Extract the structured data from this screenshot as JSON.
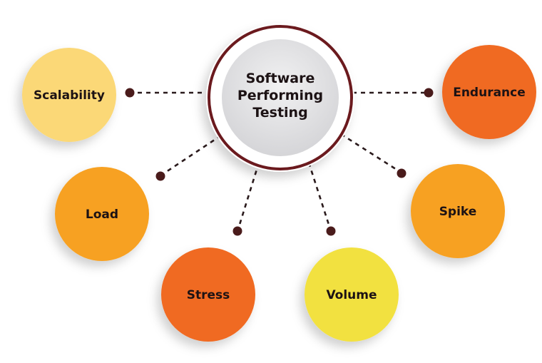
{
  "center": {
    "lines": [
      "Software",
      "Performing",
      "Testing"
    ]
  },
  "nodes": [
    {
      "id": "scalability",
      "label": "Scalability",
      "color": "#fbd877"
    },
    {
      "id": "load",
      "label": "Load",
      "color": "#f7a121"
    },
    {
      "id": "stress",
      "label": "Stress",
      "color": "#f06a22"
    },
    {
      "id": "volume",
      "label": "Volume",
      "color": "#f2e13f"
    },
    {
      "id": "spike",
      "label": "Spike",
      "color": "#f7a121"
    },
    {
      "id": "endurance",
      "label": "Endurance",
      "color": "#f06a22"
    }
  ],
  "colors": {
    "center_ring": "#6b1a1e",
    "center_fill": "#dcdcde",
    "connector": "#2a1a1c",
    "dot": "#4a1b1b"
  }
}
